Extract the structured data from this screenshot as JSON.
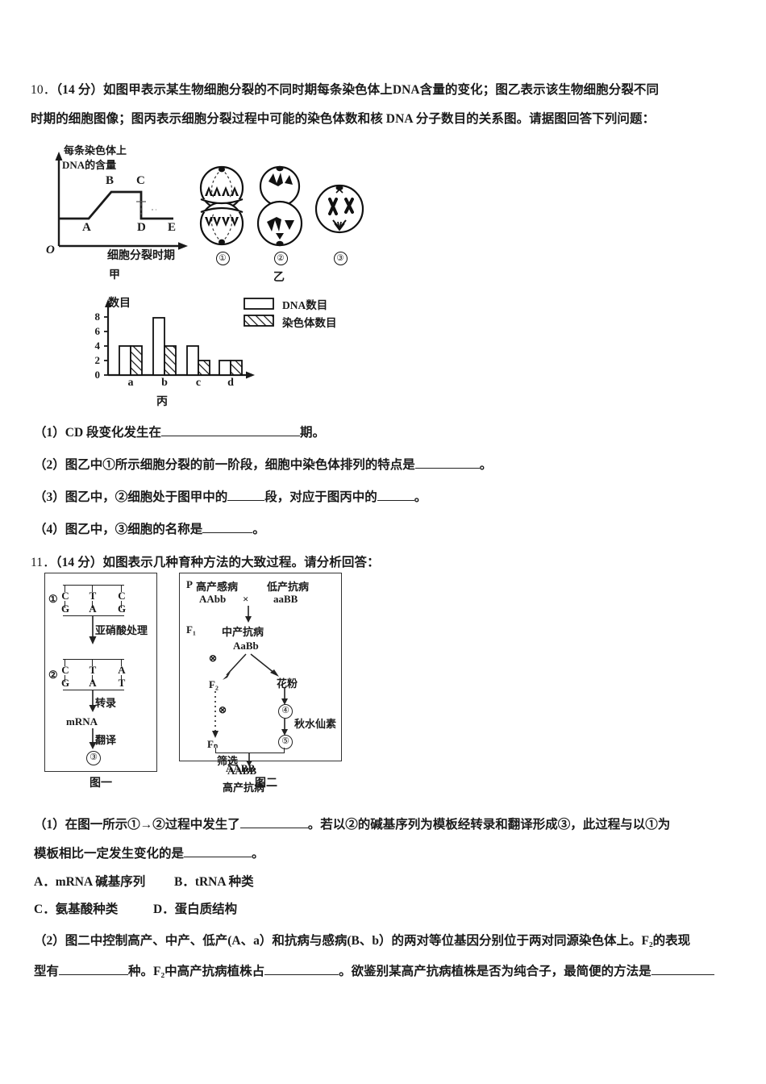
{
  "document": {
    "type": "exam-paper",
    "language": "zh-CN",
    "subject": "biology"
  },
  "question10": {
    "number": "10．",
    "score": "（14 分）",
    "stem_line1": "如图甲表示某生物细胞分裂的不同时期每条染色体上DNA含量的变化；图乙表示该生物细胞分裂不同",
    "stem_line2": "时期的细胞图像；图丙表示细胞分裂过程中可能的染色体数和核 DNA 分子数目的关系图。请据图回答下列问题：",
    "fig_jia": {
      "caption": "甲",
      "y_axis_label_line1": "每条染色体上",
      "y_axis_label_line2": "DNA的含量",
      "x_axis_label": "细胞分裂时期",
      "origin_label": "O",
      "points": [
        "A",
        "B",
        "C",
        "D",
        "E"
      ]
    },
    "fig_yi": {
      "caption": "乙",
      "cells": [
        "①",
        "②",
        "③"
      ]
    },
    "fig_bing": {
      "caption": "丙",
      "y_axis_label": "数目",
      "legend": [
        "DNA数目",
        "染色体数目"
      ]
    },
    "sub_questions": [
      "（1）CD 段变化发生在",
      "（2）图乙中①所示细胞分裂的前一阶段，细胞中染色体排列的特点是",
      "（3）图乙中，②细胞处于图甲中的",
      "（4）图乙中，③细胞的名称是"
    ],
    "sub1_prefix": "（1）CD 段变化发生在",
    "sub1_suffix": "期。",
    "sub2_prefix": "（2）图乙中①所示细胞分裂的前一阶段，细胞中染色体排列的特点是",
    "sub2_suffix": "。",
    "sub3_prefix": "（3）图乙中，②细胞处于图甲中的",
    "sub3_middle": "段，对应于图丙中的",
    "sub3_suffix": "。",
    "sub4_prefix": "（4）图乙中，③细胞的名称是",
    "sub4_suffix": "。"
  },
  "question11": {
    "number": "11．",
    "score": "（14 分）",
    "stem_line1": "如图表示几种育种方法的大致过程。请分析回答：",
    "fig_one": {
      "caption": "图一",
      "label1": "①",
      "label2": "②",
      "label3": "③",
      "strand1_top": [
        "C",
        "T",
        "C"
      ],
      "strand1_bottom": [
        "G",
        "A",
        "G"
      ],
      "strand2_top": [
        "C",
        "T",
        "A"
      ],
      "strand2_bottom": [
        "G",
        "A",
        "T"
      ],
      "arrow1_label": "亚硝酸处理",
      "arrow2_label": "转录",
      "mrna_label": "mRNA",
      "arrow3_label": "翻译"
    },
    "fig_two": {
      "caption": "图二",
      "p_label": "P",
      "parent1_trait": "高产感病",
      "parent1_genotype": "AAbb",
      "cross_symbol": "×",
      "parent2_trait": "低产抗病",
      "parent2_genotype": "aaBB",
      "f1_label": "F₁",
      "f1_trait": "中产抗病",
      "f1_genotype": "AaBb",
      "self_symbol": "⊗",
      "f2_label": "F₂",
      "pollen_label": "花粉",
      "step4": "④",
      "colchicine_label": "秋水仙素",
      "step5": "⑤",
      "fn_label": "Fₙ",
      "screen_label": "筛选",
      "result_genotype": "AABB",
      "result_trait": "高产抗病"
    },
    "sub1_line1_a": "（1）在图一所示①→②过程中发生了",
    "sub1_line1_b": "。若以②的碱基序列为模板经转录和翻译形成③，此过程与以①为",
    "sub1_line2_a": "模板相比一定发生变化的是",
    "sub1_line2_b": "。",
    "options": [
      {
        "key": "A．",
        "text": "mRNA 碱基序列"
      },
      {
        "key": "B．",
        "text": "tRNA 种类"
      },
      {
        "key": "C．",
        "text": "氨基酸种类"
      },
      {
        "key": "D．",
        "text": "蛋白质结构"
      }
    ],
    "sub2_line1": "（2）图二中控制高产、中产、低产(A、a）和抗病与感病(B、b）的两对等位基因分别位于两对同源染色体上。F₂的表现",
    "sub2_line2_a": "型有",
    "sub2_line2_b": "种。F₂中高产抗病植株占",
    "sub2_line2_c": "。欲鉴别某高产抗病植株是否为纯合子，最简便的方法是"
  },
  "chart_data": [
    {
      "type": "line",
      "name": "甲",
      "title": "每条染色体上DNA的含量",
      "xlabel": "细胞分裂时期",
      "ylabel": "每条染色体上DNA的含量",
      "x": [
        0,
        1,
        2,
        3,
        4,
        5
      ],
      "y": [
        1,
        1,
        2,
        2,
        1,
        1
      ],
      "point_labels": [
        "",
        "A",
        "B",
        "C",
        "D",
        "E"
      ],
      "ylim": [
        0,
        2.6
      ],
      "grid": false,
      "legend": "none",
      "annotations": [
        "A",
        "B",
        "C",
        "D",
        "E",
        "O"
      ]
    },
    {
      "type": "bar",
      "name": "丙",
      "title": "",
      "xlabel": "",
      "ylabel": "数目",
      "categories": [
        "a",
        "b",
        "c",
        "d"
      ],
      "series": [
        {
          "name": "DNA数目",
          "values": [
            4,
            8,
            4,
            2
          ],
          "fill": "solid-white"
        },
        {
          "name": "染色体数目",
          "values": [
            4,
            4,
            2,
            2
          ],
          "fill": "hatched"
        }
      ],
      "yticks": [
        0,
        2,
        4,
        6,
        8
      ],
      "ylim": [
        0,
        9
      ],
      "grid": false,
      "legend": "top-right"
    }
  ],
  "colors": {
    "ink": "#1a1a1a",
    "line": "#222222",
    "paper": "#ffffff"
  }
}
